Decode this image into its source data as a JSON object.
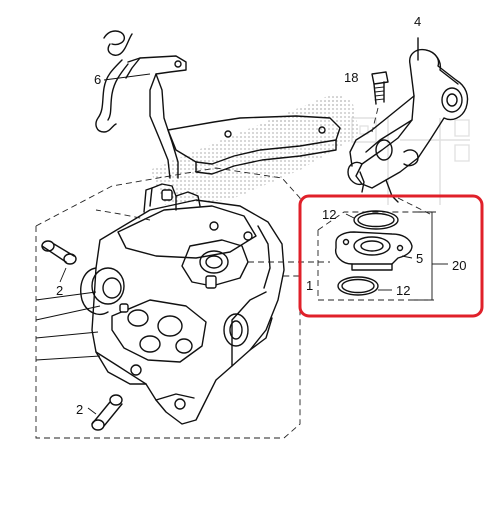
{
  "diagram": {
    "highlight_color": "#e0202a",
    "watermark_color": "#c8c8c8",
    "callouts": {
      "c4": "4",
      "c18": "18",
      "c6": "6",
      "c2a": "2",
      "c2b": "2",
      "c1": "1",
      "c12a": "12",
      "c12b": "12",
      "c5": "5",
      "c20": "20"
    }
  }
}
